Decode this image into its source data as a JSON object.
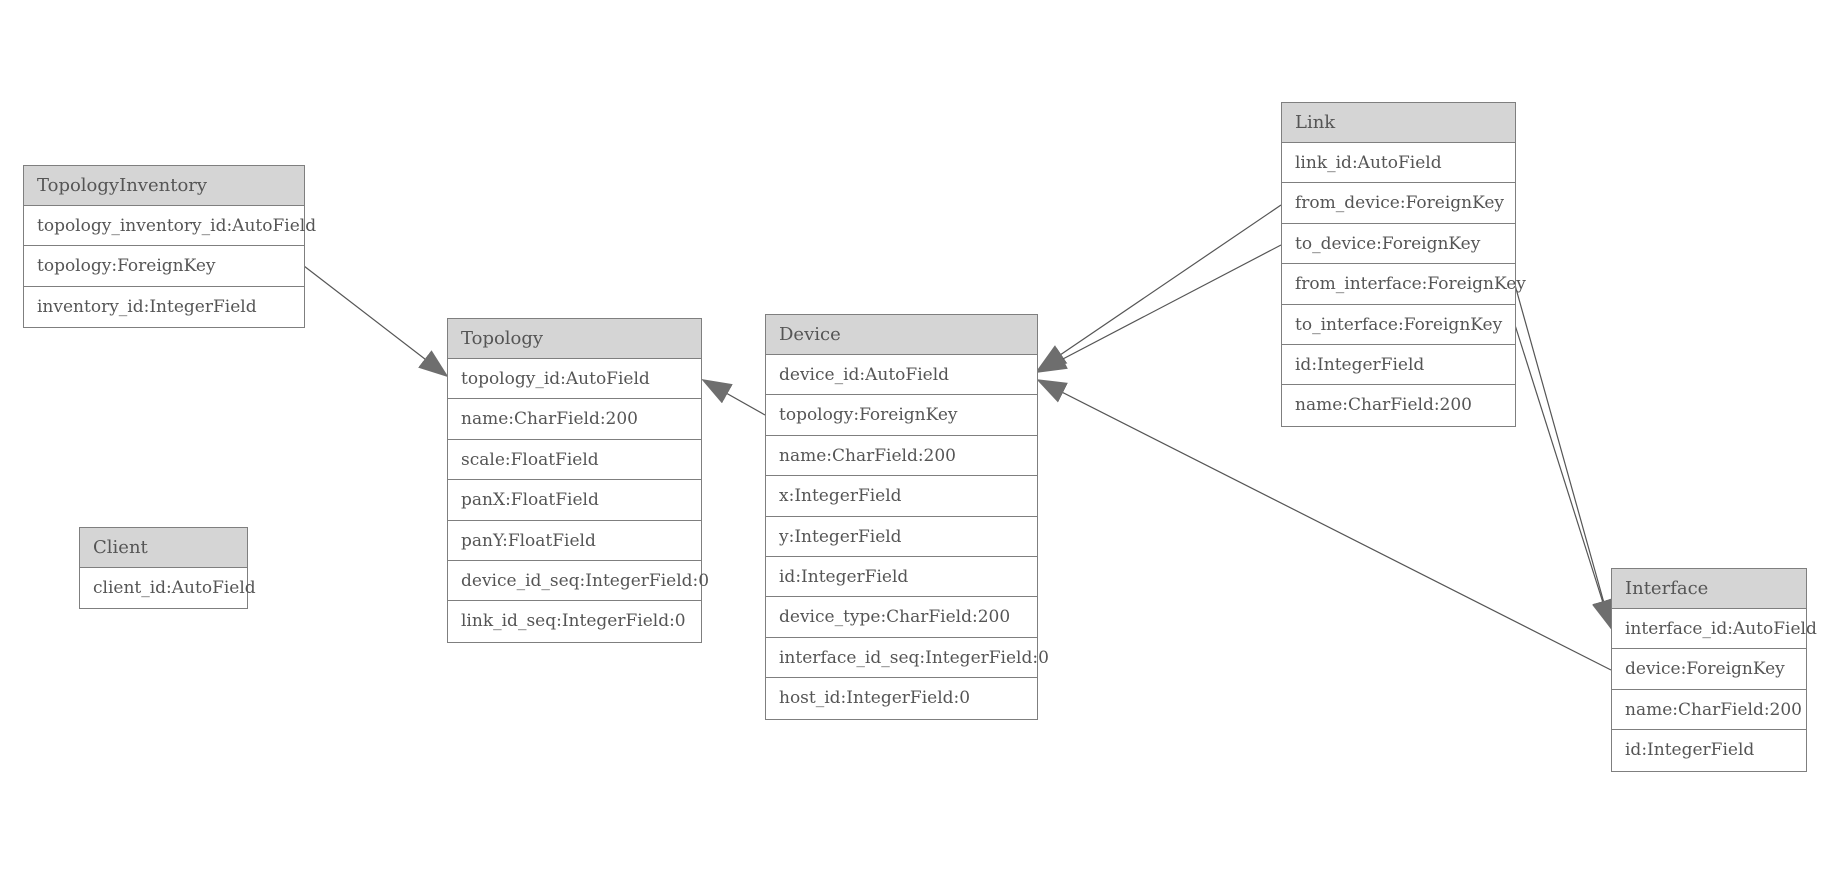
{
  "entities": {
    "topology_inventory": {
      "name": "TopologyInventory",
      "fields": [
        "topology_inventory_id:AutoField",
        "topology:ForeignKey",
        "inventory_id:IntegerField"
      ]
    },
    "client": {
      "name": "Client",
      "fields": [
        "client_id:AutoField"
      ]
    },
    "topology": {
      "name": "Topology",
      "fields": [
        "topology_id:AutoField",
        "name:CharField:200",
        "scale:FloatField",
        "panX:FloatField",
        "panY:FloatField",
        "device_id_seq:IntegerField:0",
        "link_id_seq:IntegerField:0"
      ]
    },
    "device": {
      "name": "Device",
      "fields": [
        "device_id:AutoField",
        "topology:ForeignKey",
        "name:CharField:200",
        "x:IntegerField",
        "y:IntegerField",
        "id:IntegerField",
        "device_type:CharField:200",
        "interface_id_seq:IntegerField:0",
        "host_id:IntegerField:0"
      ]
    },
    "link": {
      "name": "Link",
      "fields": [
        "link_id:AutoField",
        "from_device:ForeignKey",
        "to_device:ForeignKey",
        "from_interface:ForeignKey",
        "to_interface:ForeignKey",
        "id:IntegerField",
        "name:CharField:200"
      ]
    },
    "interface": {
      "name": "Interface",
      "fields": [
        "interface_id:AutoField",
        "device:ForeignKey",
        "name:CharField:200",
        "id:IntegerField"
      ]
    }
  },
  "relations": [
    {
      "from": "topology_inventory.topology",
      "to": "topology"
    },
    {
      "from": "device.topology",
      "to": "topology"
    },
    {
      "from": "link.from_device",
      "to": "device"
    },
    {
      "from": "link.to_device",
      "to": "device"
    },
    {
      "from": "link.from_interface",
      "to": "interface"
    },
    {
      "from": "link.to_interface",
      "to": "interface"
    },
    {
      "from": "interface.device",
      "to": "device"
    }
  ],
  "colors": {
    "border": "#7f7f7f",
    "header_fill": "#d5d5d5",
    "text": "#555555",
    "connector": "#555555",
    "arrowhead": "#6e6e6e"
  }
}
